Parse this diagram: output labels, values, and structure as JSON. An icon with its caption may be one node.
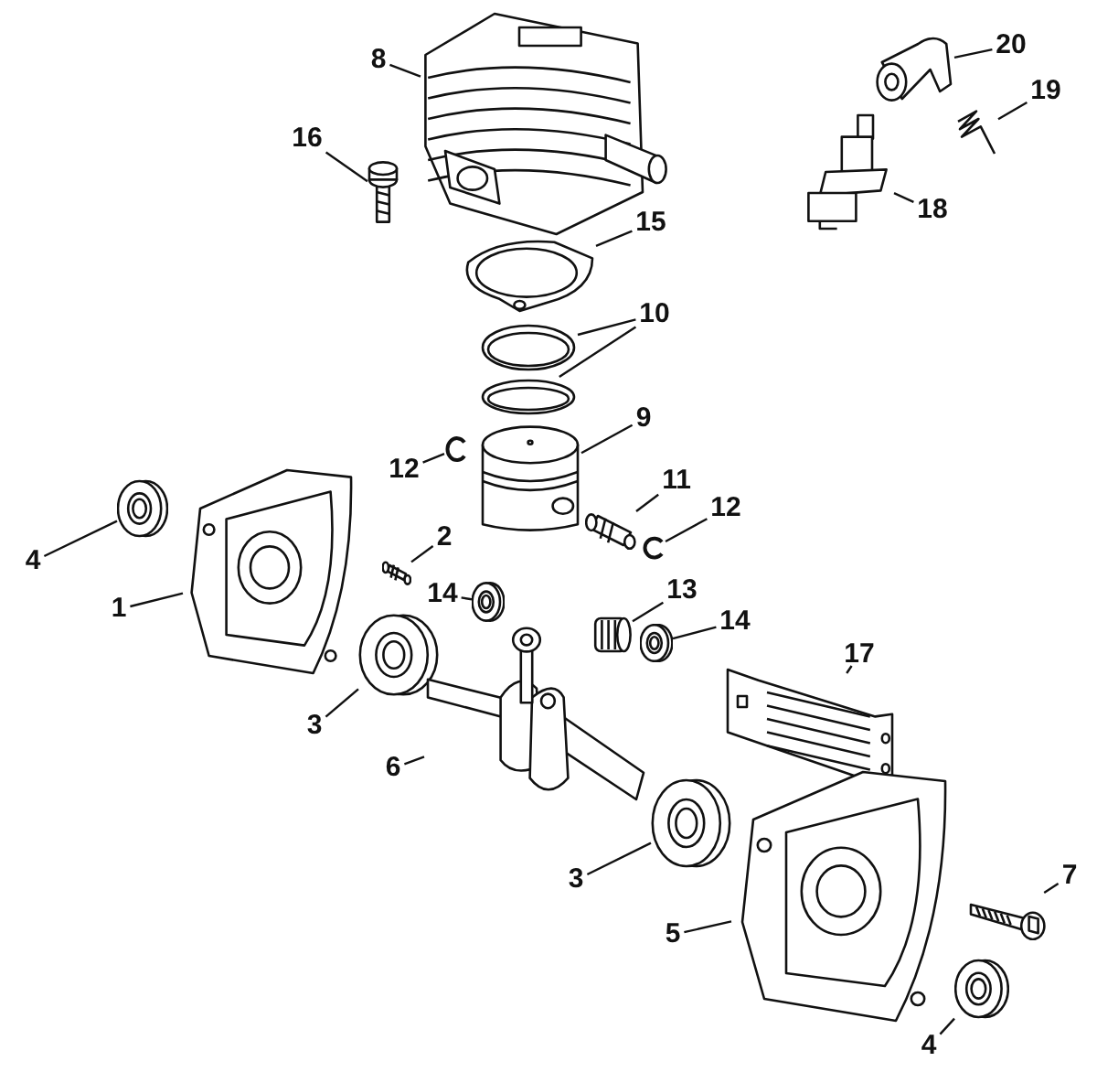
{
  "diagram": {
    "nodes": [
      {
        "text": [
          "8"
        ]
      },
      {
        "text": [
          "20"
        ]
      },
      {
        "text": [
          "19"
        ]
      },
      {
        "text": [
          "16"
        ]
      },
      {
        "text": [
          "18"
        ]
      },
      {
        "text": [
          "15"
        ]
      },
      {
        "text": [
          "10"
        ]
      },
      {
        "text": [
          "9"
        ]
      },
      {
        "text": [
          "12"
        ]
      },
      {
        "text": [
          "11"
        ]
      },
      {
        "text": [
          "12"
        ]
      },
      {
        "text": [
          "4"
        ]
      },
      {
        "text": [
          "2"
        ]
      },
      {
        "text": [
          "1"
        ]
      },
      {
        "text": [
          "14"
        ]
      },
      {
        "text": [
          "13"
        ]
      },
      {
        "text": [
          "14"
        ]
      },
      {
        "text": [
          "3"
        ]
      },
      {
        "text": [
          "17"
        ]
      },
      {
        "text": [
          "6"
        ]
      },
      {
        "text": [
          "3"
        ]
      },
      {
        "text": [
          "7"
        ]
      },
      {
        "text": [
          "5"
        ]
      },
      {
        "text": [
          "4"
        ]
      },
      {
        "text": [],
        "shape": "picture"
      },
      {
        "text": [],
        "shape": "picture"
      },
      {
        "text": [],
        "shape": "picture"
      },
      {
        "text": [],
        "shape": "picture"
      },
      {
        "text": [],
        "shape": "picture"
      },
      {
        "text": [],
        "shape": "picture"
      },
      {
        "text": [],
        "shape": "picture"
      },
      {
        "text": [],
        "shape": "picture"
      },
      {
        "text": [],
        "shape": "picture"
      },
      {
        "text": [],
        "shape": "picture"
      },
      {
        "text": [],
        "shape": "picture"
      },
      {
        "text": [],
        "shape": "picture"
      },
      {
        "text": [],
        "shape": "picture"
      },
      {
        "text": [],
        "shape": "picture"
      },
      {
        "text": [],
        "shape": "picture"
      },
      {
        "text": [],
        "shape": "picture"
      },
      {
        "text": [],
        "shape": "picture"
      },
      {
        "text": [],
        "shape": "picture"
      },
      {
        "text": [],
        "shape": "picture"
      },
      {
        "text": [],
        "shape": "picture"
      },
      {
        "text": [],
        "shape": "picture"
      },
      {
        "text": [],
        "shape": "picture"
      },
      {
        "text": [],
        "shape": "picture"
      },
      {
        "text": [],
        "shape": "picture"
      },
      {
        "text": [],
        "shape": "picture"
      }
    ],
    "edges": [
      {
        "from": 0,
        "to": 24,
        "arrow": "none"
      },
      {
        "from": 1,
        "to": 25,
        "arrow": "none"
      },
      {
        "from": 2,
        "to": 26,
        "arrow": "none"
      },
      {
        "from": 3,
        "to": 27,
        "arrow": "none"
      },
      {
        "from": 4,
        "to": 28,
        "arrow": "none"
      },
      {
        "from": 5,
        "to": 29,
        "arrow": "none"
      },
      {
        "from": 6,
        "to": 30,
        "arrow": "none"
      },
      {
        "from": 6,
        "to": 31,
        "arrow": "none"
      },
      {
        "from": 7,
        "to": 32,
        "arrow": "none"
      },
      {
        "from": 8,
        "to": 33,
        "arrow": "none"
      },
      {
        "from": 9,
        "to": 34,
        "arrow": "none"
      },
      {
        "from": 10,
        "to": 35,
        "arrow": "none"
      },
      {
        "from": 11,
        "to": 36,
        "arrow": "none"
      },
      {
        "from": 12,
        "to": 37,
        "arrow": "none"
      },
      {
        "from": 13,
        "to": 38,
        "arrow": "none"
      },
      {
        "from": 14,
        "to": 39,
        "arrow": "none"
      },
      {
        "from": 15,
        "to": 40,
        "arrow": "none"
      },
      {
        "from": 16,
        "to": 41,
        "arrow": "none"
      },
      {
        "from": 17,
        "to": 42,
        "arrow": "none"
      },
      {
        "from": 18,
        "to": 43,
        "arrow": "none"
      },
      {
        "from": 19,
        "to": 44,
        "arrow": "none"
      },
      {
        "from": 20,
        "to": 45,
        "arrow": "none"
      },
      {
        "from": 21,
        "to": 47,
        "arrow": "none"
      },
      {
        "from": 22,
        "to": 46,
        "arrow": "none"
      },
      {
        "from": 23,
        "to": 48,
        "arrow": "none"
      }
    ]
  }
}
